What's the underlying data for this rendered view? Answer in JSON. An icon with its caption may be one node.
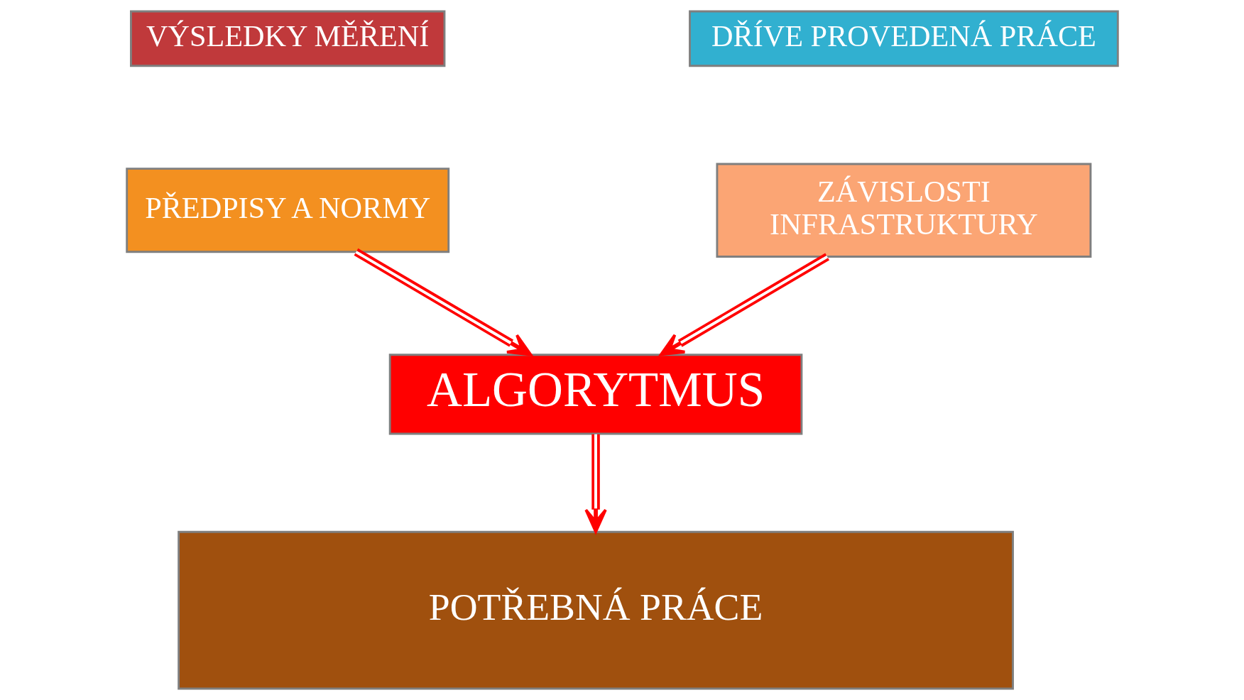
{
  "diagram": {
    "nodes": [
      {
        "text": [
          "VÝSLEDKY MĚŘENÍ"
        ]
      },
      {
        "text": [
          "DŘÍVE PROVEDENÁ PRÁCE"
        ]
      },
      {
        "text": [
          "PŘEDPISY A NORMY"
        ]
      },
      {
        "text": [
          "ZÁVISLOSTI INFRASTRUKTURY"
        ]
      },
      {
        "text": [
          "ALGORYTMUS"
        ]
      },
      {
        "text": [
          "POTŘEBNÁ PRÁCE"
        ]
      }
    ],
    "edges": [
      {
        "from": 2,
        "to": 4,
        "arrow": "to"
      },
      {
        "from": 3,
        "to": 4,
        "arrow": "to"
      },
      {
        "from": 4,
        "to": 5,
        "arrow": "to"
      }
    ]
  }
}
